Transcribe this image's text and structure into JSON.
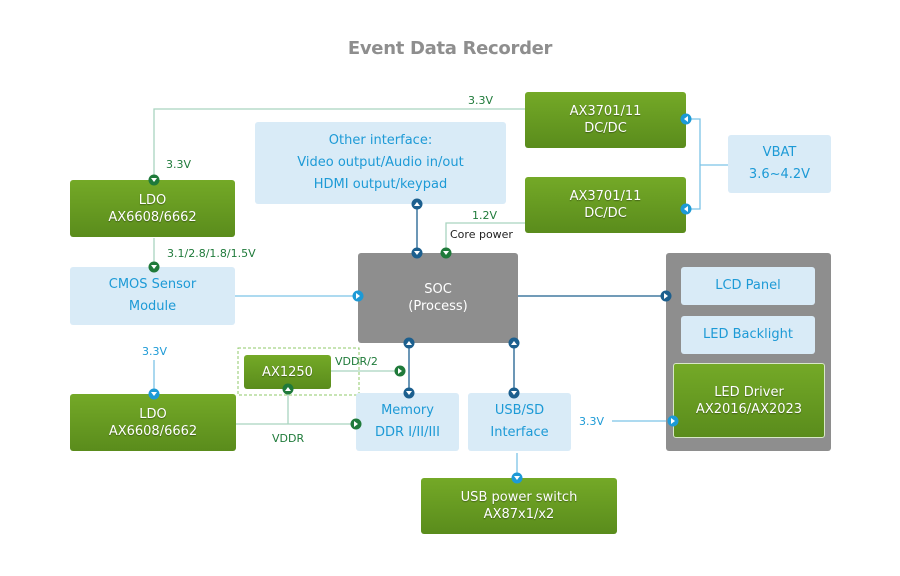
{
  "title": "Event Data Recorder",
  "colors": {
    "green_block": "#6a9e22",
    "light_block": "#d9ebf7",
    "light_text": "#1d9ad6",
    "soc_gray": "#8e8e8e",
    "green_label": "#1f7a3a",
    "dark_blue_port": "#1c5f8e"
  },
  "blocks": {
    "dcdc_top": {
      "line1": "AX3701/11",
      "line2": "DC/DC"
    },
    "dcdc_bottom": {
      "line1": "AX3701/11",
      "line2": "DC/DC"
    },
    "vbat": {
      "line1": "VBAT",
      "line2": "3.6~4.2V"
    },
    "other_interface": {
      "line1": "Other interface:",
      "line2": "Video output/Audio in/out",
      "line3": "HDMI output/keypad"
    },
    "ldo_top": {
      "line1": "LDO",
      "line2": "AX6608/6662"
    },
    "cmos": {
      "line1": "CMOS Sensor",
      "line2": "Module"
    },
    "soc": {
      "line1": "SOC",
      "line2": "(Process)"
    },
    "lcd_panel": {
      "line1": "LCD Panel"
    },
    "led_backlight": {
      "line1": "LED Backlight"
    },
    "led_driver": {
      "line1": "LED Driver",
      "line2": "AX2016/AX2023"
    },
    "ax1250": {
      "line1": "AX1250"
    },
    "ldo_bottom": {
      "line1": "LDO",
      "line2": "AX6608/6662"
    },
    "memory": {
      "line1": "Memory",
      "line2": "DDR I/II/III"
    },
    "usb_sd": {
      "line1": "USB/SD",
      "line2": "Interface"
    },
    "usb_switch": {
      "line1": "USB power switch",
      "line2": "AX87x1/x2"
    }
  },
  "labels": {
    "v33_top": "3.3V",
    "v33_ldo": "3.3V",
    "v12": "1.2V",
    "core_power": "Core power",
    "cmos_volts": "3.1/2.8/1.8/1.5V",
    "v33_ldo_bottom": "3.3V",
    "vddr_half": "VDDR/2",
    "vddr": "VDDR",
    "v33_led": "3.3V"
  }
}
